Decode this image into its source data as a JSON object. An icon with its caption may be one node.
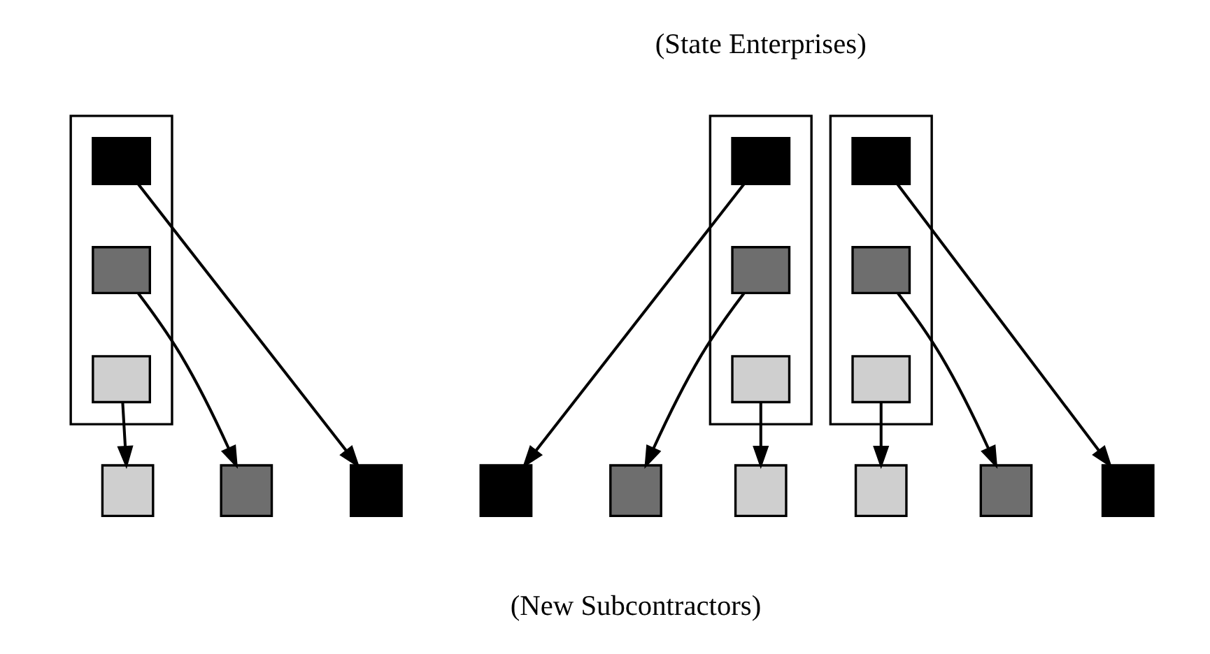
{
  "diagram": {
    "nodes": [
      {
        "text": [],
        "shape": "box"
      },
      {
        "text": [],
        "shape": "box",
        "in": 0
      },
      {
        "text": [],
        "shape": "box",
        "in": 0
      },
      {
        "text": [],
        "shape": "box",
        "in": 0
      },
      {
        "text": [],
        "shape": "box"
      },
      {
        "text": [],
        "shape": "box",
        "in": 4
      },
      {
        "text": [],
        "shape": "box",
        "in": 4
      },
      {
        "text": [],
        "shape": "box",
        "in": 4
      },
      {
        "text": [],
        "shape": "box"
      },
      {
        "text": [],
        "shape": "box",
        "in": 8
      },
      {
        "text": [],
        "shape": "box",
        "in": 8
      },
      {
        "text": [],
        "shape": "box",
        "in": 8
      },
      {
        "text": [],
        "shape": "box"
      },
      {
        "text": [],
        "shape": "box"
      },
      {
        "text": [],
        "shape": "box"
      },
      {
        "text": [],
        "shape": "box"
      },
      {
        "text": [],
        "shape": "box"
      },
      {
        "text": [],
        "shape": "box"
      },
      {
        "text": [],
        "shape": "box"
      },
      {
        "text": [],
        "shape": "box"
      },
      {
        "text": [],
        "shape": "box"
      }
    ],
    "edges": [
      {
        "from": 1,
        "to": 14,
        "arrow": "to"
      },
      {
        "from": 2,
        "to": 13,
        "arrow": "to"
      },
      {
        "from": 3,
        "to": 12,
        "arrow": "to"
      },
      {
        "from": 5,
        "to": 15,
        "arrow": "to"
      },
      {
        "from": 6,
        "to": 16,
        "arrow": "to"
      },
      {
        "from": 7,
        "to": 17,
        "arrow": "to"
      },
      {
        "from": 9,
        "to": 20,
        "arrow": "to"
      },
      {
        "from": 10,
        "to": 19,
        "arrow": "to"
      },
      {
        "from": 11,
        "to": 18,
        "arrow": "to"
      }
    ],
    "labels": [
      "(State Enterprises)",
      "(New Subcontractors)"
    ]
  }
}
